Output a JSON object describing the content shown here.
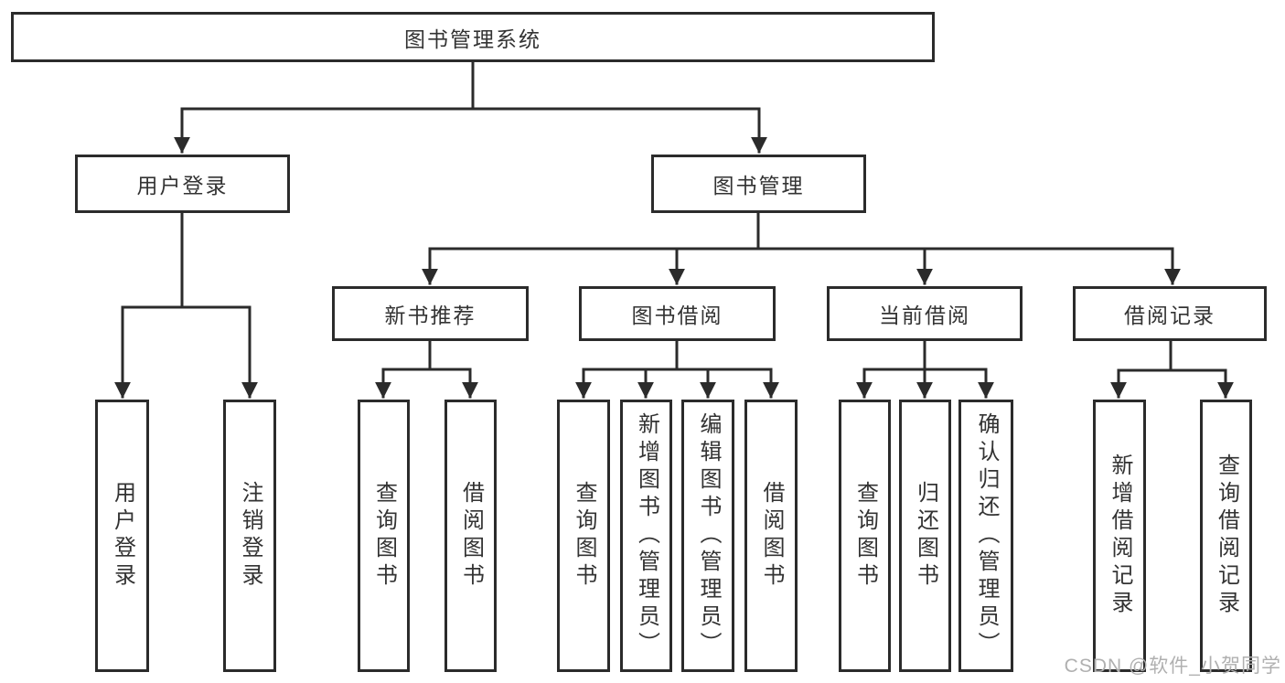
{
  "diagram_type": "hierarchy-tree",
  "colors": {
    "background": "#ffffff",
    "line": "#2b2b2b",
    "box_border": "#2b2b2b",
    "text": "#333333",
    "watermark": "#b0b0b0"
  },
  "tree": {
    "label": "图书管理系统",
    "children": [
      {
        "label": "用户登录",
        "children": [
          {
            "label": "用户登录"
          },
          {
            "label": "注销登录"
          }
        ]
      },
      {
        "label": "图书管理",
        "children": [
          {
            "label": "新书推荐",
            "children": [
              {
                "label": "查询图书"
              },
              {
                "label": "借阅图书"
              }
            ]
          },
          {
            "label": "图书借阅",
            "children": [
              {
                "label": "查询图书"
              },
              {
                "label": "新增图书（管理员）"
              },
              {
                "label": "编辑图书（管理员）"
              },
              {
                "label": "借阅图书"
              }
            ]
          },
          {
            "label": "当前借阅",
            "children": [
              {
                "label": "查询图书"
              },
              {
                "label": "归还图书"
              },
              {
                "label": "确认归还（管理员）"
              }
            ]
          },
          {
            "label": "借阅记录",
            "children": [
              {
                "label": "新增借阅记录"
              },
              {
                "label": "查询借阅记录"
              }
            ]
          }
        ]
      }
    ]
  },
  "watermark": {
    "text": "CSDN @软件_小贺同学"
  }
}
